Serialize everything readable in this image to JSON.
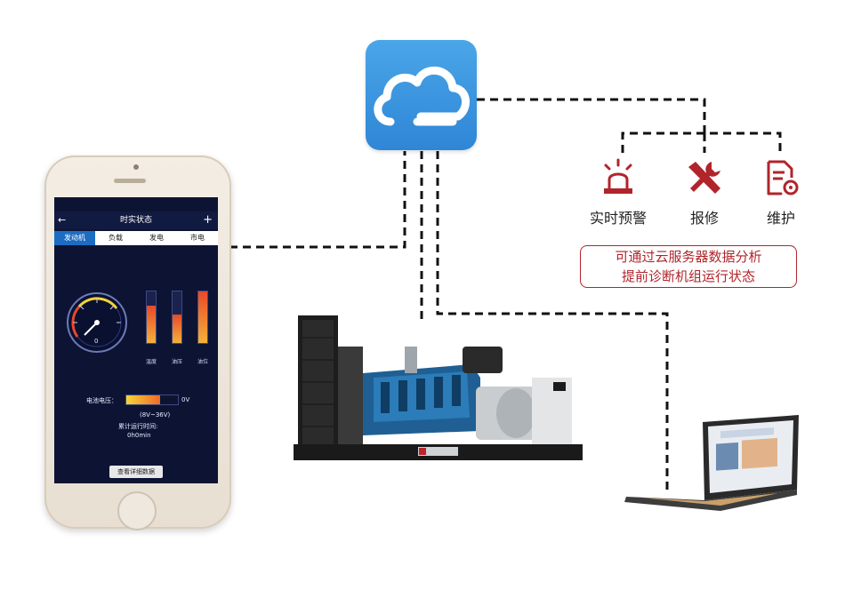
{
  "phone_app": {
    "title": "时实状态",
    "back_icon": "back-arrow-icon",
    "add_icon": "plus-icon",
    "tabs": [
      {
        "label": "发动机",
        "active": true
      },
      {
        "label": "负载",
        "active": false
      },
      {
        "label": "发电",
        "active": false
      },
      {
        "label": "市电",
        "active": false
      }
    ],
    "gauge_zero": "0",
    "bars": [
      {
        "label": "温度",
        "level": 0.72
      },
      {
        "label": "油压",
        "level": 0.55
      },
      {
        "label": "油位",
        "level": 1.0
      }
    ],
    "battery": {
      "label": "电池电压：",
      "value": "0V",
      "range": "(8V~36V)",
      "fill": 0.65
    },
    "runtime_label": "累计运行时间:",
    "runtime_value": "0h0min",
    "detail_button": "查看详细数据"
  },
  "services": [
    {
      "label": "实时预警",
      "icon": "alarm-light-icon"
    },
    {
      "label": "报修",
      "icon": "repair-tools-icon"
    },
    {
      "label": "维护",
      "icon": "maintenance-document-icon"
    }
  ],
  "info_box": {
    "line1": "可通过云服务器数据分析",
    "line2": "提前诊断机组运行状态"
  },
  "colors": {
    "accent_red": "#b0252b",
    "cloud_blue": "#3a94de",
    "screen_bg": "#0d1433"
  }
}
